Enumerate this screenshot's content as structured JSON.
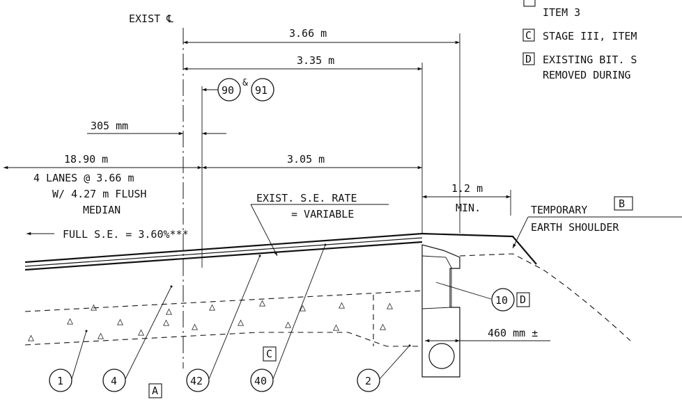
{
  "centerline": {
    "label": "EXIST ℄"
  },
  "dimensions": {
    "d_366": "3.66 m",
    "d_335": "3.35 m",
    "d_305mm": "305 mm",
    "d_1890": "18.90 m",
    "d_305": "3.05 m",
    "d_12": "1.2 m",
    "d_min": "MIN.",
    "d_460": "460 mm ±"
  },
  "notes": {
    "lanes_1": "4 LANES @ 3.66 m",
    "lanes_2": "W/ 4.27 m FLUSH",
    "lanes_3": "MEDIAN",
    "full_se": "FULL S.E. = 3.60%***",
    "rate_1": "EXIST. S.E. RATE",
    "rate_2": "= VARIABLE",
    "shoulder_1": "TEMPORARY",
    "shoulder_2": "EARTH SHOULDER",
    "amp": "&"
  },
  "legend": {
    "item3": "ITEM 3",
    "c_letter": "C",
    "c_text": "STAGE III, ITEM",
    "d_letter": "D",
    "d_text": "EXISTING BIT. S",
    "d_text2": "REMOVED DURING"
  },
  "callouts": {
    "c90": "90",
    "c91": "91",
    "c1": "1",
    "c4": "4",
    "c42": "42",
    "c40": "40",
    "c2": "2",
    "c10": "10",
    "boxA": "A",
    "boxB": "B",
    "boxC": "C",
    "boxD": "D"
  }
}
